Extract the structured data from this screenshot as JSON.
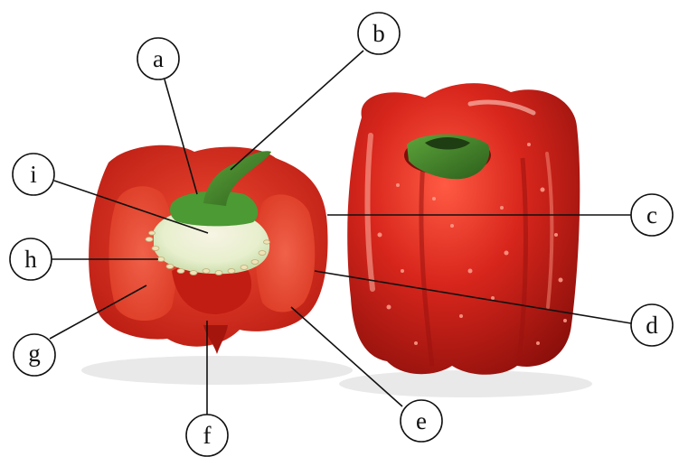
{
  "diagram": {
    "labels": {
      "a": "a",
      "b": "b",
      "c": "c",
      "d": "d",
      "e": "e",
      "f": "f",
      "g": "g",
      "h": "h",
      "i": "i"
    },
    "colors": {
      "pepper_red": "#d0231c",
      "pepper_dark": "#8a0e0a",
      "flesh_inner": "#e8452f",
      "pith": "#f2ecd6",
      "stem_green": "#3f8a2a",
      "stem_dark": "#2c5f1b",
      "seed": "#efe3b8",
      "shadow": "#dedede"
    }
  }
}
